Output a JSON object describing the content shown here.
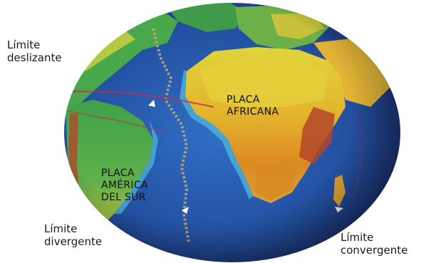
{
  "labels": {
    "limite_deslizante": "Límite\ndeslizante",
    "limite_divergente": "Límite\ndivergente",
    "limite_convergente": "Límite\nconvergente",
    "placa_africana": "PLACA\nAFRICANA",
    "placa_america_del_sur": "PLACA\nAMÉRICA\nDEL SUR"
  },
  "colors": {
    "ocean_deep": "#1f3f9a",
    "ocean_mid": "#2f6fc6",
    "shelf": "#4fb3d9",
    "land_low": "#3ea24a",
    "land_mid": "#d9d23a",
    "land_high": "#e08a1e",
    "mountain": "#b3472a",
    "ridge": "#c9a96e",
    "plate_boundary": "#c0304a"
  }
}
